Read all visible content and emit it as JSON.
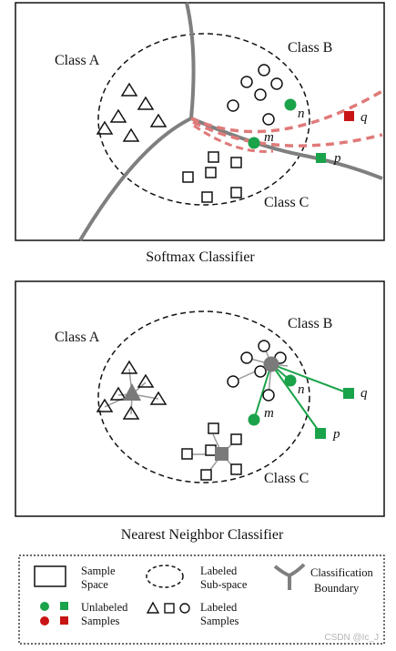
{
  "panel1": {
    "caption": "Softmax Classifier",
    "class_a": "Class A",
    "class_b": "Class B",
    "class_c": "Class C",
    "point_m": "m",
    "point_n": "n",
    "point_p": "p",
    "point_q": "q"
  },
  "panel2": {
    "caption": "Nearest Neighbor Classifier",
    "class_a": "Class A",
    "class_b": "Class B",
    "class_c": "Class C",
    "point_m": "m",
    "point_n": "n",
    "point_p": "p",
    "point_q": "q"
  },
  "legend": {
    "sample_space_1": "Sample",
    "sample_space_2": "Space",
    "labeled_subspace_1": "Labeled",
    "labeled_subspace_2": "Sub-space",
    "classification_boundary_1": "Classification",
    "classification_boundary_2": "Boundary",
    "unlabeled_samples_1": "Unlabeled",
    "unlabeled_samples_2": "Samples",
    "labeled_samples_1": "Labeled",
    "labeled_samples_2": "Samples"
  },
  "watermark": "CSDN @Ic_J",
  "colors": {
    "green": "#1aa34a",
    "red": "#c81414",
    "dashed_red": "#e07a7a",
    "boundary_gray": "#7f7f7f",
    "link_gray": "#9a9a9a"
  }
}
